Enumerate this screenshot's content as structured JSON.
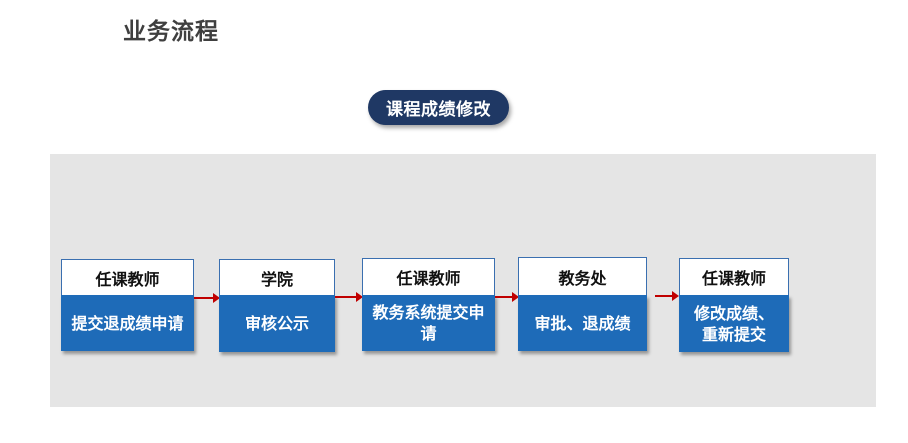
{
  "page_title": "业务流程",
  "process_name": "课程成绩修改",
  "steps": [
    {
      "role": "任课教师",
      "action": "提交退成绩申请"
    },
    {
      "role": "学院",
      "action": "审核公示"
    },
    {
      "role": "任课教师",
      "action": "教务系统提交申请"
    },
    {
      "role": "教务处",
      "action": "审批、退成绩"
    },
    {
      "role": "任课教师",
      "action": "修改成绩、重新提交"
    }
  ],
  "colors": {
    "title_pill": "#1f3864",
    "action_box": "#1e6bb8",
    "arrow": "#c00000",
    "panel": "#e5e5e5"
  }
}
